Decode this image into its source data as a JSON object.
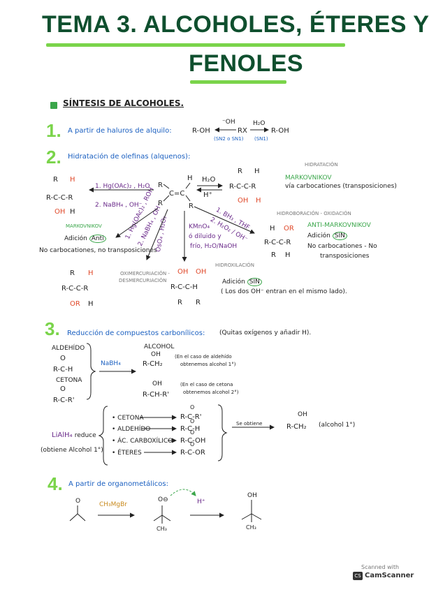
{
  "title": {
    "line1": "TEMA 3. ALCOHOLES, ÉTERES Y",
    "line2": "FENOLES"
  },
  "section_heading": "SÍNTESIS DE ALCOHOLES.",
  "s1": {
    "num": "1.",
    "label": "A partir de haluros de alquilo:",
    "reactant": "R-OH",
    "reagent_top": "⁻OH",
    "reagent_bottom": "(SN2 o SN1)",
    "mid": "RX",
    "reagent2_top": "H₂O",
    "reagent2_bottom": "(SN1)",
    "product": "R-OH"
  },
  "s2": {
    "num": "2.",
    "label": "Hidratación de olefinas (alquenos):",
    "hydration_head": "HIDRATACIÓN",
    "markov": "MARKOVNIKOV",
    "markov_note": "vía carbocationes (transposiciones)",
    "h2o": "H₂O",
    "hplus": "H⁺",
    "hg_step1": "1. Hg(OAc)₂ , H₂O",
    "hg_step2": "2. NaBH₄ , OH⁻",
    "left_markov": "MARKOVNIKOV",
    "left_add": "Adición",
    "left_anti": "Anti",
    "left_note": "No carbocationes, no transposiciones",
    "diag1": "1. Hg(OAc)₂ , ROH",
    "diag2": "2. NaBH₄ , OH⁻",
    "oso4": "OsO₄ , H₂O₂",
    "kmno4_1": "KMnO₄",
    "kmno4_2": "ó diluido y",
    "kmno4_3": "frío, H₂O/NaOH",
    "bh3_1": "1. BH₃ , THF",
    "bh3_2": "2. H₂O₂ / OH⁻",
    "hydro_head": "HIDROBORACIÓN - OXIDACIÓN",
    "antimarkov": "ANTI-MARKOVNIKOV",
    "right_add": "Adición",
    "right_syn": "SIN",
    "right_note1": "No carbocationes - No",
    "right_note2": "transposiciones",
    "oxy_head1": "OXIMERCURIACIÓN -",
    "oxy_head2": "DESMERCURIACIÓN",
    "hydrox_head": "HIDROXILACIÓN",
    "sin_add": "Adición",
    "sin_word": "SIN",
    "sin_note": "( Los dos OH⁻ entran en el mismo lado)."
  },
  "s3": {
    "num": "3.",
    "label": "Reducción de compuestos carbonílicos:",
    "note": "(Quitas oxígenos y añadir H).",
    "aldehido": "ALDEHÍDO",
    "cetona": "CETONA",
    "nabh4": "NaBH₄",
    "alcohol": "ALCOHOL",
    "ald_note1": "(En el caso de aldehído",
    "ald_note2": "obtenemos alcohol 1°)",
    "cet_note1": "(En el caso de cetona",
    "cet_note2": "obtenemos alcohol 2°)",
    "lialh4": "LiAlH₄",
    "reduce": "reduce",
    "obtiene": "(obtiene Alcohol 1°)",
    "list": [
      "CETONA",
      "ALDEHÍDO",
      "ÁC. CARBOXÍLICO",
      "ÉTERES"
    ],
    "se_obtiene": "Se obtiene",
    "alcohol1": "(alcohol 1°)"
  },
  "s4": {
    "num": "4.",
    "label": "A partir de organometálicos:",
    "reagent": "CH₃MgBr",
    "hplus": "H⁺"
  },
  "scanner": {
    "line1": "Scanned with",
    "line2": "CamScanner"
  }
}
